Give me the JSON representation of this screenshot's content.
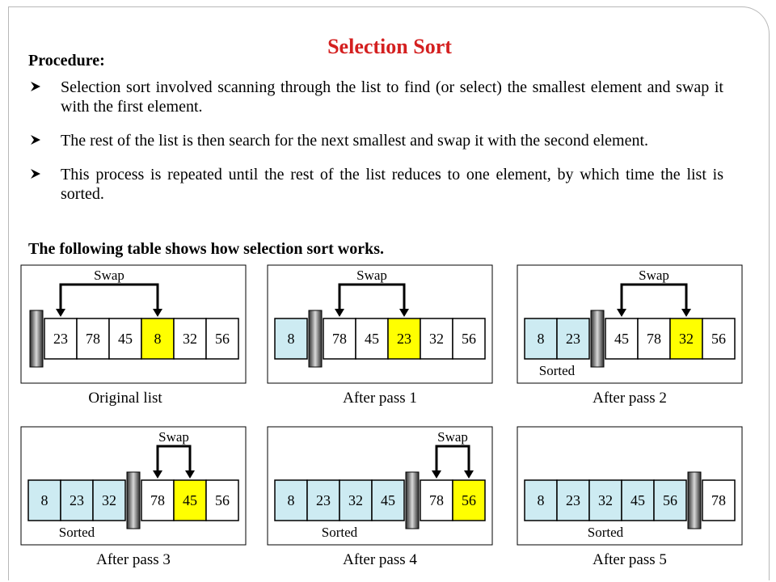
{
  "title": "Selection Sort",
  "procedure_label": "Procedure:",
  "bullets": [
    "Selection sort involved scanning through the list to find (or select) the smallest element and swap it with the first element.",
    "The rest of the list is then search for the next smallest and swap it with the second element.",
    "This process is repeated until the rest of the list reduces to one element, by which time the list is sorted."
  ],
  "footer_text": "The following table shows how selection sort works.",
  "swap_label": "Swap",
  "sorted_label": "Sorted",
  "colors": {
    "sorted": "#cdebf2",
    "swap": "#ffff00",
    "unsorted": "#ffffff",
    "title": "#d42020"
  },
  "panels": [
    {
      "caption": "Original list",
      "cells": [
        "23",
        "78",
        "45",
        "8",
        "32",
        "56"
      ],
      "sorted_count": 0,
      "swap": [
        0,
        3
      ],
      "show_swap": true,
      "show_sorted": false
    },
    {
      "caption": "After pass 1",
      "cells": [
        "8",
        "78",
        "45",
        "23",
        "32",
        "56"
      ],
      "sorted_count": 1,
      "swap": [
        1,
        3
      ],
      "show_swap": true,
      "show_sorted": false
    },
    {
      "caption": "After pass 2",
      "cells": [
        "8",
        "23",
        "45",
        "78",
        "32",
        "56"
      ],
      "sorted_count": 2,
      "swap": [
        2,
        4
      ],
      "show_swap": true,
      "show_sorted": true
    },
    {
      "caption": "After pass 3",
      "cells": [
        "8",
        "23",
        "32",
        "78",
        "45",
        "56"
      ],
      "sorted_count": 3,
      "swap": [
        3,
        4
      ],
      "show_swap": true,
      "show_sorted": true
    },
    {
      "caption": "After pass 4",
      "cells": [
        "8",
        "23",
        "32",
        "45",
        "78",
        "56"
      ],
      "sorted_count": 4,
      "swap": [
        4,
        5
      ],
      "show_swap": true,
      "show_sorted": true
    },
    {
      "caption": "After pass 5",
      "cells": [
        "8",
        "23",
        "32",
        "45",
        "56",
        "78"
      ],
      "sorted_count": 5,
      "swap": null,
      "show_swap": false,
      "show_sorted": true
    }
  ]
}
